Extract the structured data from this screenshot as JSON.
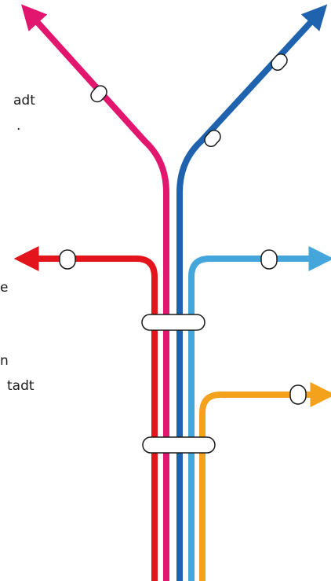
{
  "label_fragments": [
    "adt",
    ".",
    "e",
    "n",
    "tadt"
  ],
  "lines": [
    {
      "id": "magenta",
      "color": "#e2166f",
      "direction": "north-west"
    },
    {
      "id": "dark-blue",
      "color": "#1f62ae",
      "direction": "north-east"
    },
    {
      "id": "red",
      "color": "#e3141c",
      "direction": "west"
    },
    {
      "id": "light-blue",
      "color": "#45a6dc",
      "direction": "east"
    },
    {
      "id": "orange",
      "color": "#f4a21c",
      "direction": "east"
    }
  ],
  "station_marker_color": "#ffffff"
}
